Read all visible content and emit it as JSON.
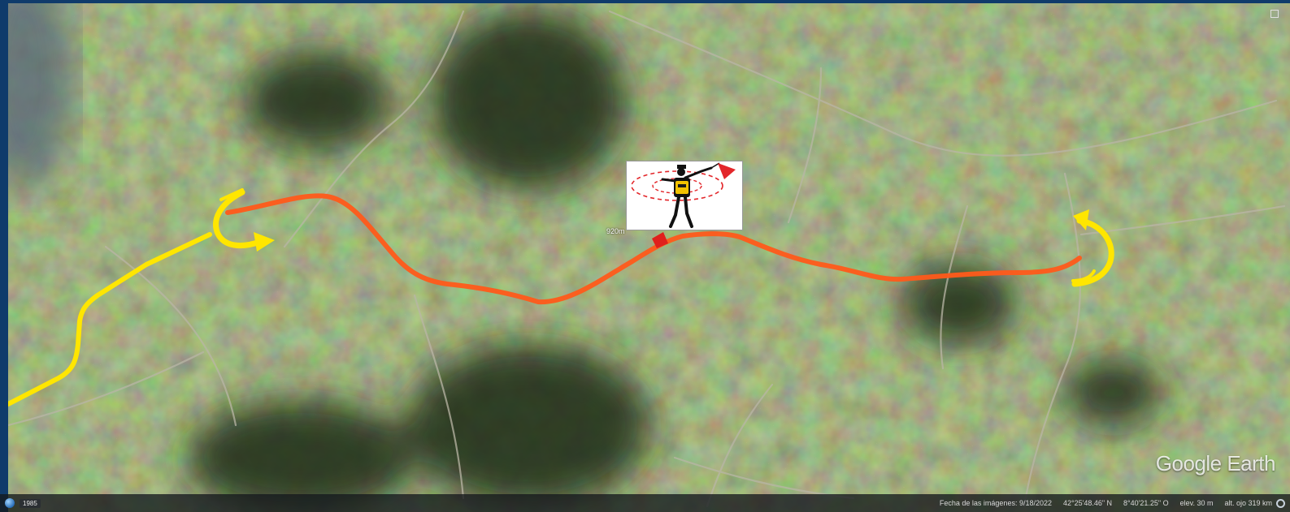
{
  "watermark": "Google Earth",
  "placemark": {
    "label": "920m",
    "icon": "flag-marshal-icon"
  },
  "status_bar": {
    "globe_icon": "globe-icon",
    "year": "1985",
    "imagery_date": "Fecha de las imágenes: 9/18/2022",
    "latitude": "42°25'48.46\" N",
    "longitude": "8°40'21.25\" O",
    "elevation": "elev.  30 m",
    "eye_altitude": "alt. ojo  319 km"
  },
  "route": {
    "colors": {
      "approach_track": "#ffe600",
      "circuit_track": "#ff5a1a",
      "turn_arrows": "#ffe600"
    }
  }
}
